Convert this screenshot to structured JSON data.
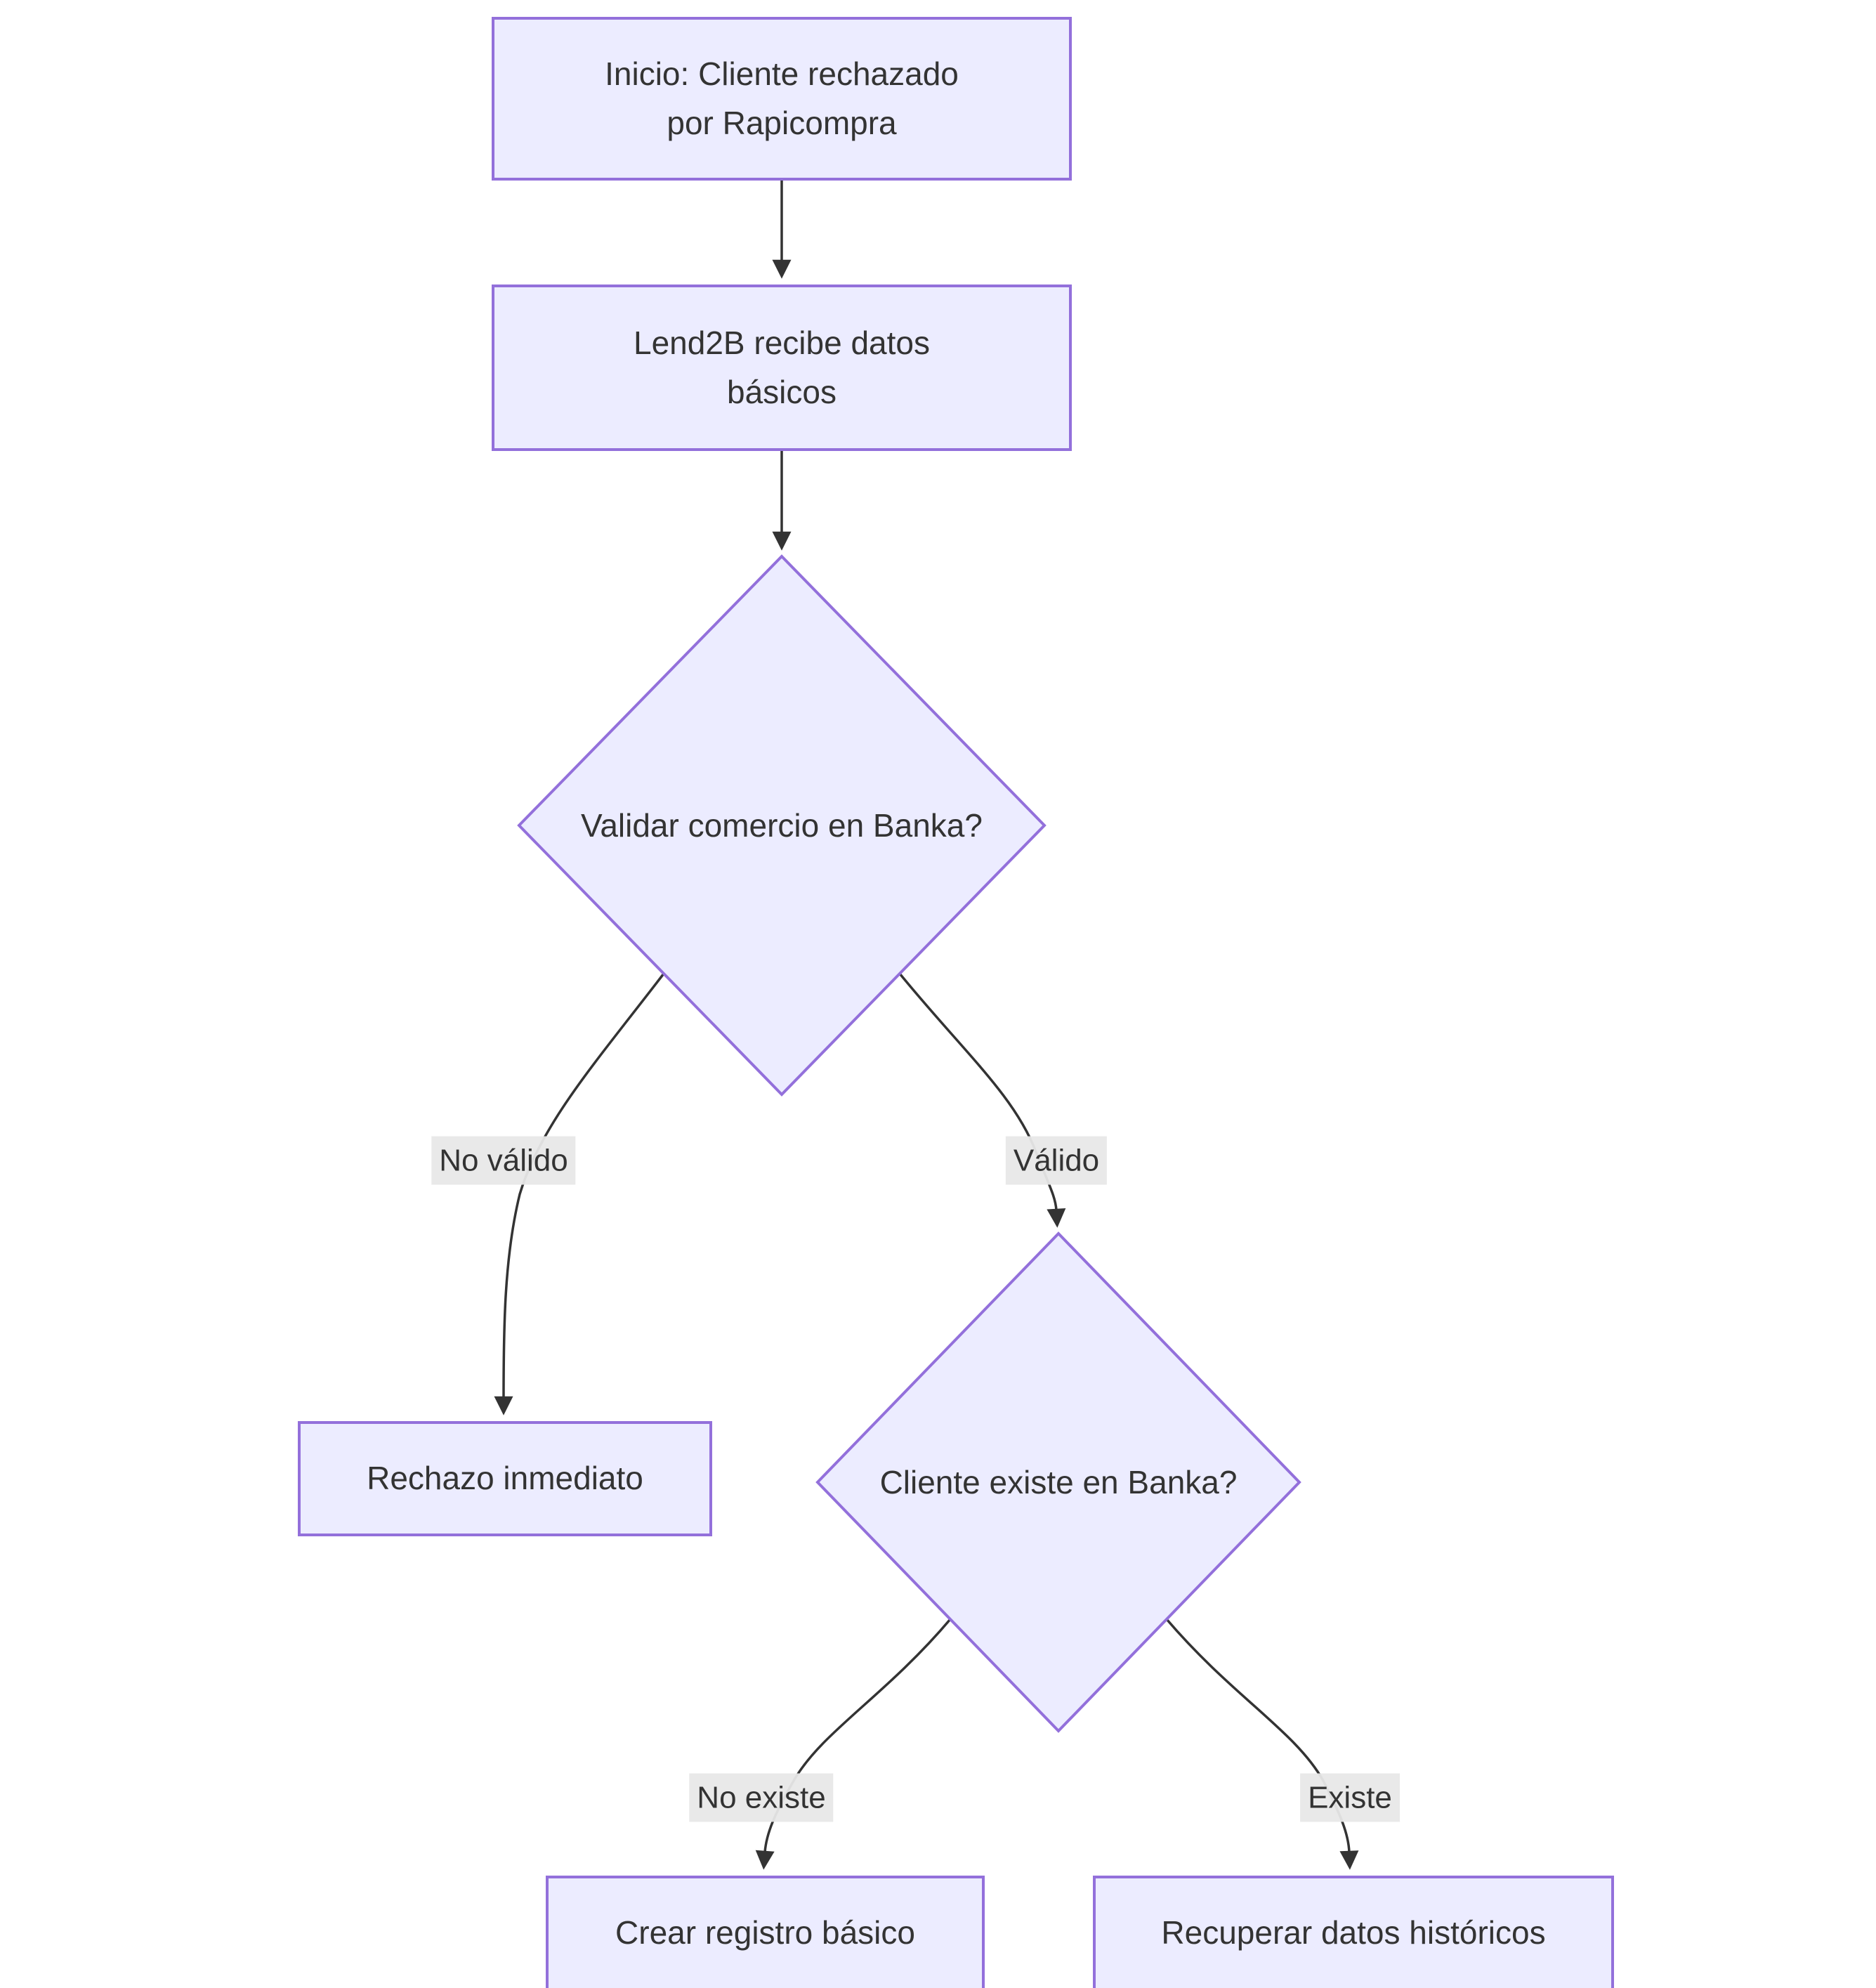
{
  "diagram": {
    "type": "flowchart",
    "direction": "top-down",
    "colors": {
      "background": "#ffffff",
      "node_fill": "#ECECFF",
      "node_border": "#9370DB",
      "text": "#333333",
      "edge_line": "#333333",
      "edge_label_bg": "#e8e8e8"
    },
    "nodes": [
      {
        "id": "inicio",
        "shape": "rect",
        "label": "Inicio: Cliente rechazado\npor Rapicompra"
      },
      {
        "id": "lend2b",
        "shape": "rect",
        "label": "Lend2B recibe datos\nbásicos"
      },
      {
        "id": "validar",
        "shape": "diamond",
        "label": "Validar comercio en Banka?"
      },
      {
        "id": "rechazo",
        "shape": "rect",
        "label": "Rechazo inmediato"
      },
      {
        "id": "existe",
        "shape": "diamond",
        "label": "Cliente existe en Banka?"
      },
      {
        "id": "crear",
        "shape": "rect",
        "label": "Crear registro básico"
      },
      {
        "id": "recuperar",
        "shape": "rect",
        "label": "Recuperar datos históricos"
      }
    ],
    "edges": [
      {
        "from": "inicio",
        "to": "lend2b",
        "label": ""
      },
      {
        "from": "lend2b",
        "to": "validar",
        "label": ""
      },
      {
        "from": "validar",
        "to": "rechazo",
        "label": "No válido"
      },
      {
        "from": "validar",
        "to": "existe",
        "label": "Válido"
      },
      {
        "from": "existe",
        "to": "crear",
        "label": "No existe"
      },
      {
        "from": "existe",
        "to": "recuperar",
        "label": "Existe"
      }
    ]
  }
}
